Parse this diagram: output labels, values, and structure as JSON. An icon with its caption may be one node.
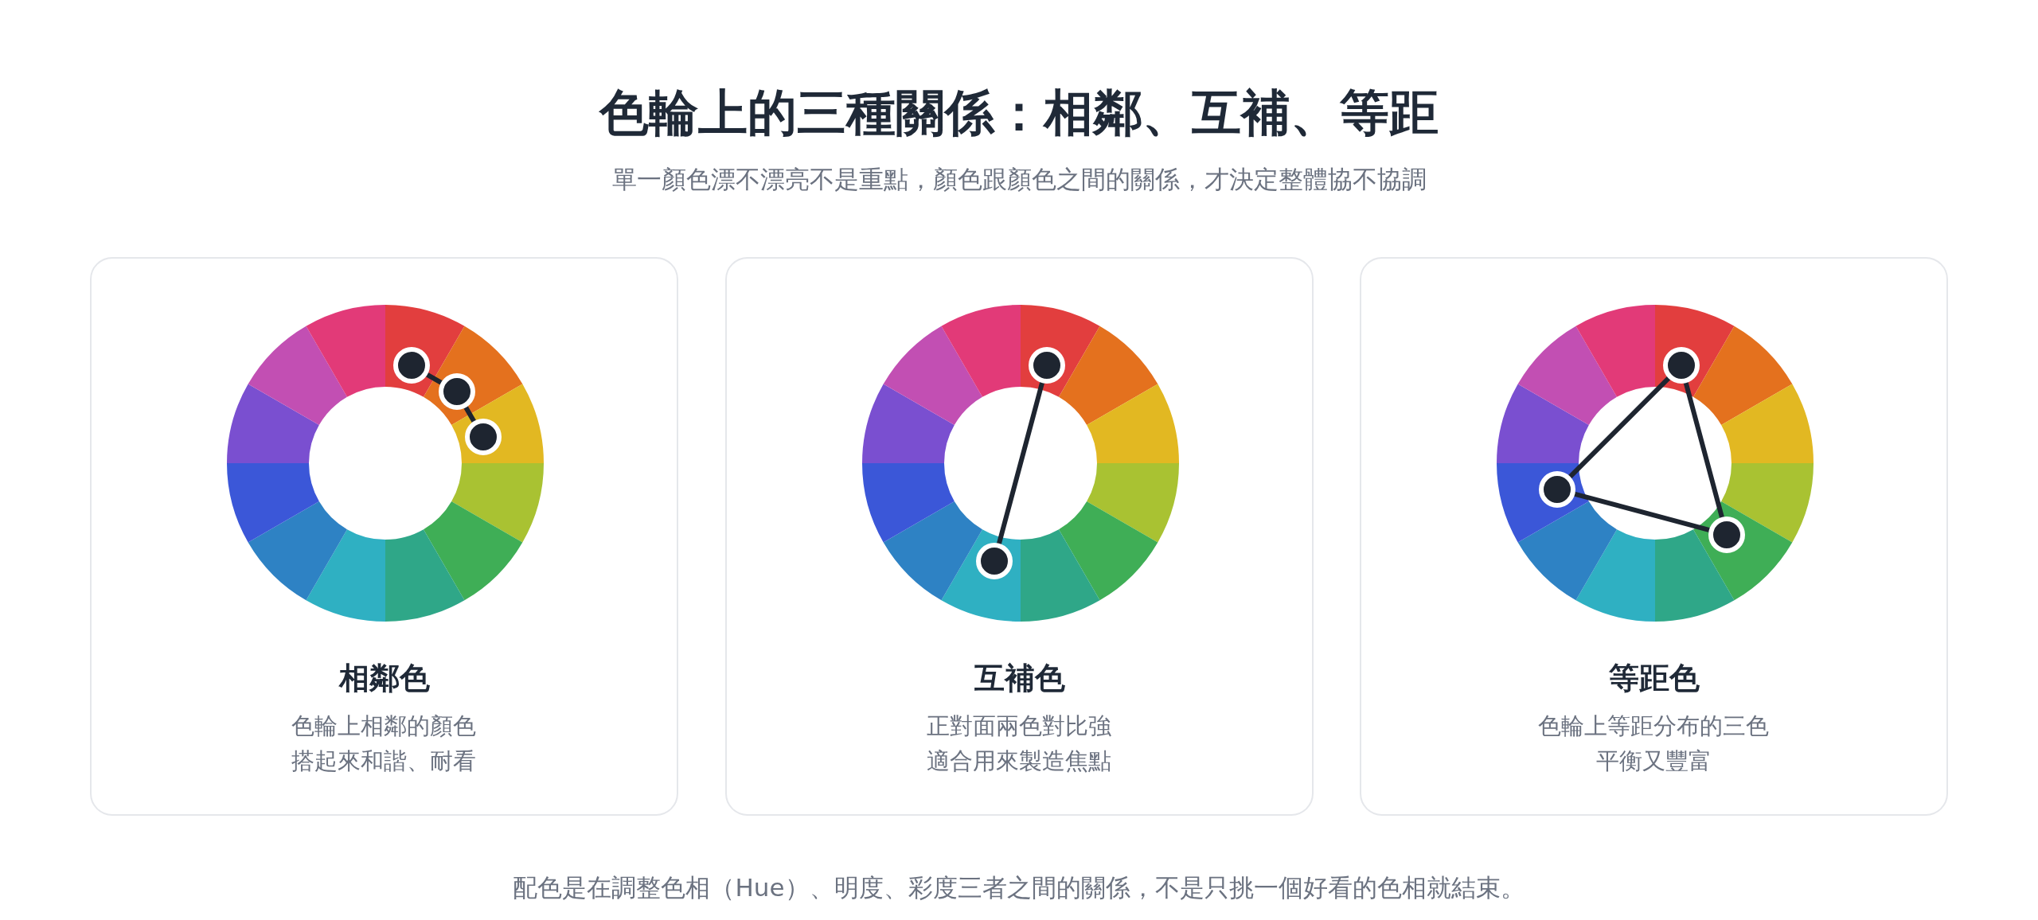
{
  "diagram": {
    "title": "色輪上的三種關係：相鄰、互補、等距",
    "nodes": [
      {
        "text": [
          "相鄰色",
          "色輪上相鄰的顏色搭起來和諧、耐看"
        ]
      },
      {
        "text": [],
        "shape": "circle",
        "in": 0
      },
      {
        "text": [],
        "shape": "circle",
        "in": 0
      },
      {
        "text": [],
        "shape": "circle",
        "in": 0
      },
      {
        "text": [
          "互補色",
          "正對面兩色對比強適合用來製造焦點"
        ]
      },
      {
        "text": [],
        "shape": "circle",
        "in": 4
      },
      {
        "text": [],
        "shape": "circle",
        "in": 4
      },
      {
        "text": [
          "等距色",
          "色輪上等距分布的三色平衡又豐富"
        ]
      },
      {
        "text": [],
        "shape": "circle",
        "in": 7
      },
      {
        "text": [],
        "shape": "circle",
        "in": 7
      },
      {
        "text": [],
        "shape": "circle",
        "in": 7
      }
    ],
    "edges": [
      {
        "from": 1,
        "to": 2,
        "arrow": "none"
      },
      {
        "from": 2,
        "to": 3,
        "arrow": "none"
      },
      {
        "from": 5,
        "to": 6,
        "arrow": "none"
      },
      {
        "from": 8,
        "to": 9,
        "arrow": "none"
      },
      {
        "from": 9,
        "to": 10,
        "arrow": "none"
      },
      {
        "from": 10,
        "to": 8,
        "arrow": "none"
      }
    ],
    "labels": [
      "單一顏色漂不漂亮不是重點，顏色跟顏色之間的關係，才決定整體協不協調",
      "配色是在調整色相（Hue）、明度、彩度三者之間的關係，不是只挑一個好看的色相就結束。"
    ]
  }
}
